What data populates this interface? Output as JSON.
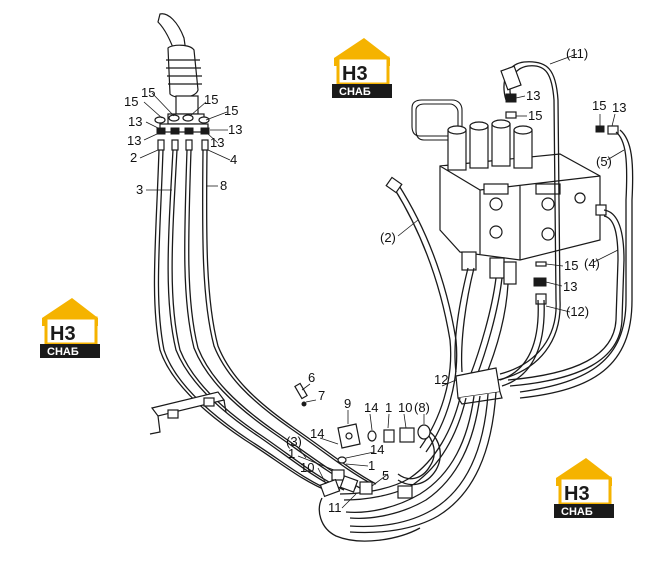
{
  "logo": {
    "mark": "H3",
    "word": "СНАБ",
    "accent_color": "#f5b300",
    "dark_color": "#1a1a1a"
  },
  "callouts": {
    "c15_a": "15",
    "c15_b": "15",
    "c15_c": "15",
    "c15_d": "15",
    "c13_a": "13",
    "c13_b": "13",
    "c13_c": "13",
    "c13_d": "13",
    "c2": "2",
    "c3": "3",
    "c4": "4",
    "c8": "8",
    "c11_paren": "(11)",
    "c13_r1": "13",
    "c15_r1": "15",
    "c15_r2": "15",
    "c13_r2": "13",
    "c5_paren": "(5)",
    "c2_paren": "(2)",
    "c4_paren": "(4)",
    "c15_r3": "15",
    "c13_r3": "13",
    "c12_paren": "(12)",
    "c12": "12",
    "c6": "6",
    "c7": "7",
    "c9": "9",
    "c14_a": "14",
    "c1_a": "1",
    "c10_a": "10",
    "c8_paren": "(8)",
    "c3_paren": "(3)",
    "c14_b": "14",
    "c1_b": "1",
    "c10_b": "10",
    "c14_c": "14",
    "c1_c": "1",
    "c5": "5",
    "c11": "11"
  }
}
